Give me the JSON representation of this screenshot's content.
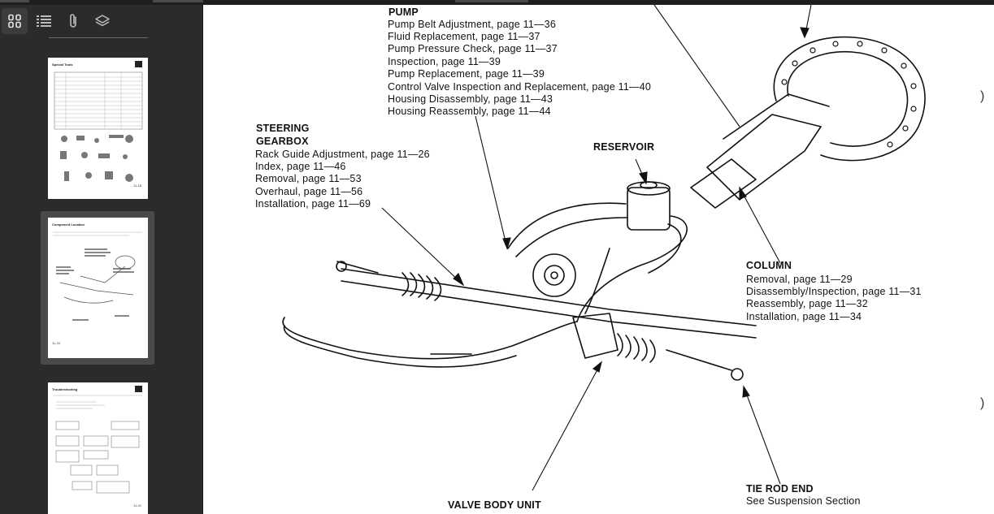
{
  "toolbar": {
    "thumbnails_tooltip": "Thumbnails",
    "outline_tooltip": "Outline",
    "attachments_tooltip": "Attachments",
    "layers_tooltip": "Layers"
  },
  "thumbnails": [
    {
      "title": "Special Tools",
      "page_label": "11-18"
    },
    {
      "title": "Component Location",
      "page_label": "11-20"
    },
    {
      "title": "Troubleshooting",
      "page_label": "11-21"
    }
  ],
  "diagram": {
    "pump": {
      "heading": "PUMP",
      "items": [
        "Pump Belt Adjustment, page 11—36",
        "Fluid Replacement, page 11—37",
        "Pump Pressure Check, page 11—37",
        "Inspection, page 11—39",
        "Pump Replacement, page 11—39",
        "Control Valve Inspection and Replacement, page 11—40",
        "Housing Disassembly, page 11—43",
        "Housing Reassembly, page 11—44"
      ]
    },
    "gearbox": {
      "heading_1": "STEERING",
      "heading_2": "GEARBOX",
      "items": [
        "Rack Guide Adjustment, page 11—26",
        "Index, page 11—46",
        "Removal, page 11—53",
        "Overhaul, page 11—56",
        "Installation, page 11—69"
      ]
    },
    "reservoir": {
      "heading": "RESERVOIR"
    },
    "column": {
      "heading": "COLUMN",
      "items": [
        "Removal, page 11—29",
        "Disassembly/Inspection, page 11—31",
        "Reassembly, page 11—32",
        "Installation, page 11—34"
      ]
    },
    "tie_rod": {
      "heading": "TIE ROD END",
      "items": [
        "See Suspension Section"
      ]
    },
    "valve_body": {
      "heading": "VALVE BODY UNIT"
    }
  },
  "colors": {
    "sidebar_bg": "#2b2b2b",
    "selected_thumb_bg": "#4a4a4a",
    "page_bg": "#ffffff"
  }
}
